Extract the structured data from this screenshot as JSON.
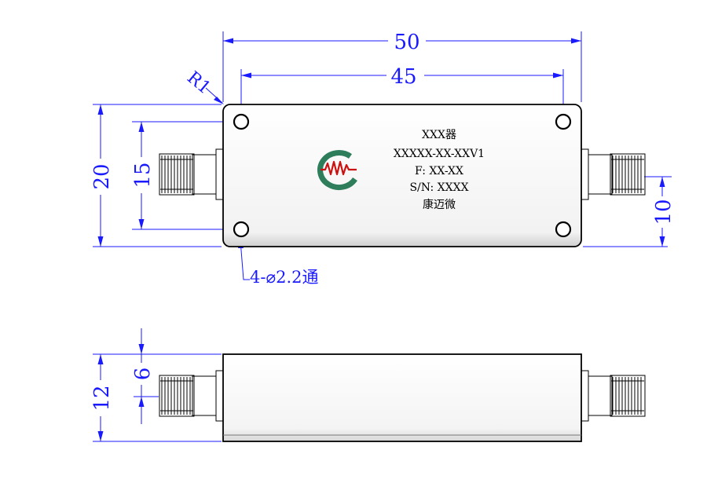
{
  "drawing": {
    "top_view": {
      "dim_overall_length": "50",
      "dim_hole_spacing_length": "45",
      "dim_corner_radius": "R1",
      "dim_overall_width": "20",
      "dim_hole_spacing_width": "15",
      "dim_connector_offset": "10",
      "mounting_holes_note": "4-⌀2.2通"
    },
    "label": {
      "line1": "XXX器",
      "line2": "XXXXX-XX-XXV1",
      "line3": "F: XX-XX",
      "line4": "S/N: XXXX",
      "line5": "康迈微"
    },
    "side_view": {
      "dim_height": "12",
      "dim_connector_center": "6"
    },
    "colors": {
      "dimension": "#1a1aff",
      "outline": "#000000",
      "logo_arc": "#2e7d5b",
      "logo_red": "#cc1111"
    }
  }
}
